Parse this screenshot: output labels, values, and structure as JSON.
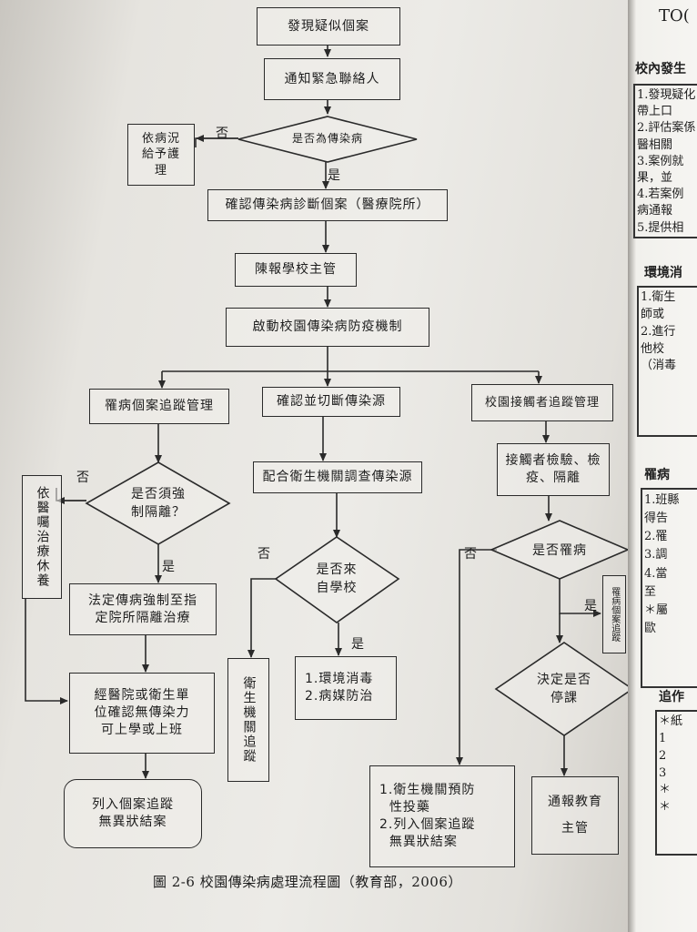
{
  "nodes": {
    "discover": "發現疑似個案",
    "notify": "通知緊急聯絡人",
    "is_infectious": "是否為傳染病",
    "care": "依病況\n給予護\n理",
    "confirm_case": "確認傳染病診斷個案（醫療院所）",
    "report": "陳報學校主管",
    "activate": "啟動校園傳染病防疫機制",
    "case_tracking": "罹病個案追蹤管理",
    "confirm_source": "確認並切斷傳染源",
    "contact_tracking": "校園接觸者追蹤管理",
    "need_isolation": "是否須強\n制隔離？",
    "follow_doctor": "依醫囑治療休養",
    "legal_isolation": "法定傳病強制至指\n定院所隔離治療",
    "cooperate_health": "配合衛生機關調查傳染源",
    "from_school": "是否來\n自學校",
    "contact_test": "接觸者檢驗、檢\n疫、隔離",
    "is_sick": "是否罹病",
    "sick_tracking": "罹病個案追蹤",
    "suspend_class": "決定是否\n停課",
    "confirmed_safe": "經醫院或衛生單\n位確認無傳染力\n可上學或上班",
    "health_tracking": "衛生機關追蹤",
    "env_measures": "1.環境消毒\n2.病媒防治",
    "close_case_left": "列入個案追蹤\n無異狀結案",
    "preventive_meds": "1.衛生機關預防\n  性投藥\n2.列入個案追蹤\n  無異狀結案",
    "notify_education": "通報教育\n主管"
  },
  "labels": {
    "no": "否",
    "yes": "是"
  },
  "caption": "圖 2-6 校園傳染病處理流程圖（教育部，2006）",
  "right_page": {
    "corner": "TO(",
    "section1_title": "校內發生",
    "section1_lines": "1.發現疑化\n  帶上口\n2.評估案係\n  醫相關\n3.案例就\n  果，並\n4.若案例\n  病通報\n5.提供相",
    "section2_title": "環境消",
    "section2_lines": "1.衛生\n  師或\n2.進行\n  他校\n（消毒",
    "section3_title": "罹病",
    "section3_lines": "1.班縣\n  得告\n2.罹\n3.調\n4.當\n  至\n＊屬\n  歐",
    "section4_title": "追作",
    "section4_lines": "＊紙\n  1\n  2\n  3\n＊\n＊"
  }
}
